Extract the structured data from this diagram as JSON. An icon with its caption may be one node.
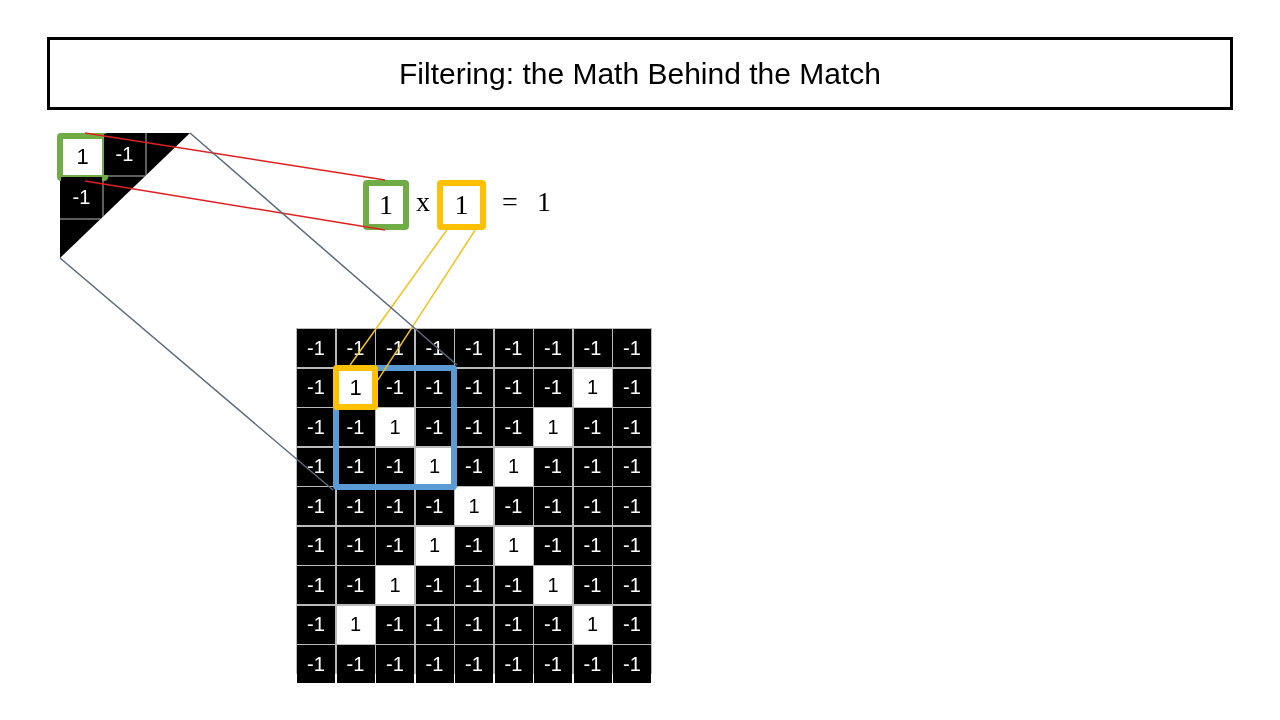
{
  "diagram": {
    "title": "Filtering: the Math Behind the Match",
    "nodes": [
      {
        "text": [],
        "shape": "box"
      },
      {
        "text": [
          "1"
        ],
        "in": 0
      },
      {
        "text": [
          "1"
        ]
      },
      {
        "text": [
          "1"
        ]
      },
      {
        "text": [],
        "shape": "box"
      },
      {
        "text": [],
        "shape": "box",
        "in": 4
      },
      {
        "text": [
          "1"
        ],
        "in": 5
      }
    ],
    "edges": [
      {
        "from": 1,
        "to": 2,
        "arrow": "none",
        "color": "#e02020"
      },
      {
        "from": 1,
        "to": 2,
        "arrow": "none",
        "color": "#e02020"
      },
      {
        "from": 6,
        "to": 3,
        "arrow": "none",
        "color": "#f2c31b"
      },
      {
        "from": 6,
        "to": 3,
        "arrow": "none",
        "color": "#f2c31b"
      },
      {
        "from": 0,
        "to": 5,
        "arrow": "none",
        "color": "#5a6a7e"
      },
      {
        "from": 0,
        "to": 5,
        "arrow": "none",
        "color": "#5a6a7e"
      }
    ],
    "labels": [
      "x",
      "=",
      "1",
      "-1",
      "-1",
      "-1",
      "-1",
      "-1",
      "-1",
      "-1",
      "-1",
      "-1",
      "-1",
      "-1",
      "-1",
      "-1",
      "-1",
      "-1",
      "-1",
      "-1",
      "1",
      "-1",
      "-1",
      "-1",
      "1",
      "-1",
      "-1",
      "-1",
      "1",
      "-1",
      "-1",
      "-1",
      "-1",
      "-1",
      "1",
      "-1",
      "1",
      "-1",
      "-1",
      "-1",
      "-1",
      "-1",
      "-1",
      "-1",
      "1",
      "-1",
      "-1",
      "-1",
      "-1",
      "-1",
      "-1",
      "-1",
      "1",
      "-1",
      "1",
      "-1",
      "-1",
      "-1",
      "-1",
      "-1",
      "1",
      "-1",
      "-1",
      "-1",
      "1",
      "-1",
      "-1",
      "-1",
      "1",
      "-1",
      "-1",
      "-1",
      "-1",
      "-1",
      "1",
      "-1",
      "-1",
      "-1",
      "-1",
      "-1",
      "-1",
      "-1",
      "-1",
      "-1",
      "-1"
    ]
  }
}
